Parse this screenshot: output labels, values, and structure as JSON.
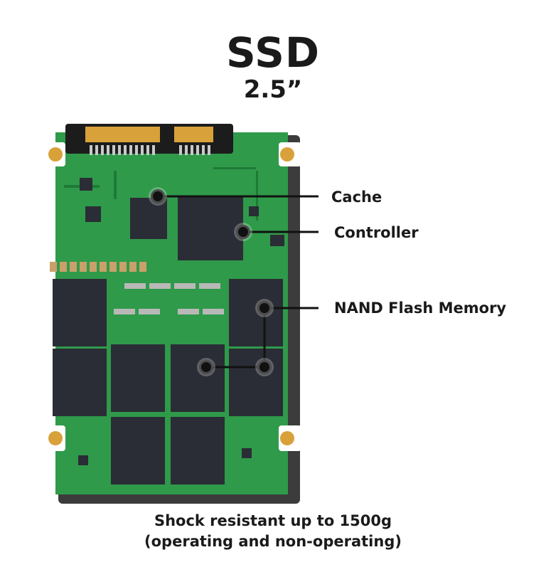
{
  "title": "SSD",
  "subtitle": "2.5”",
  "callouts": {
    "cache": "Cache",
    "controller": "Controller",
    "nand": "NAND Flash Memory"
  },
  "caption": {
    "line1": "Shock resistant up to 1500g",
    "line2": "(operating and non-operating)"
  },
  "colors": {
    "pcb": "#2f9a4a",
    "pcb_dark": "#1f7a38",
    "chip": "#2a2d35",
    "gold": "#d9a13a",
    "connector": "#1c1c1c",
    "leader": "#111111"
  }
}
